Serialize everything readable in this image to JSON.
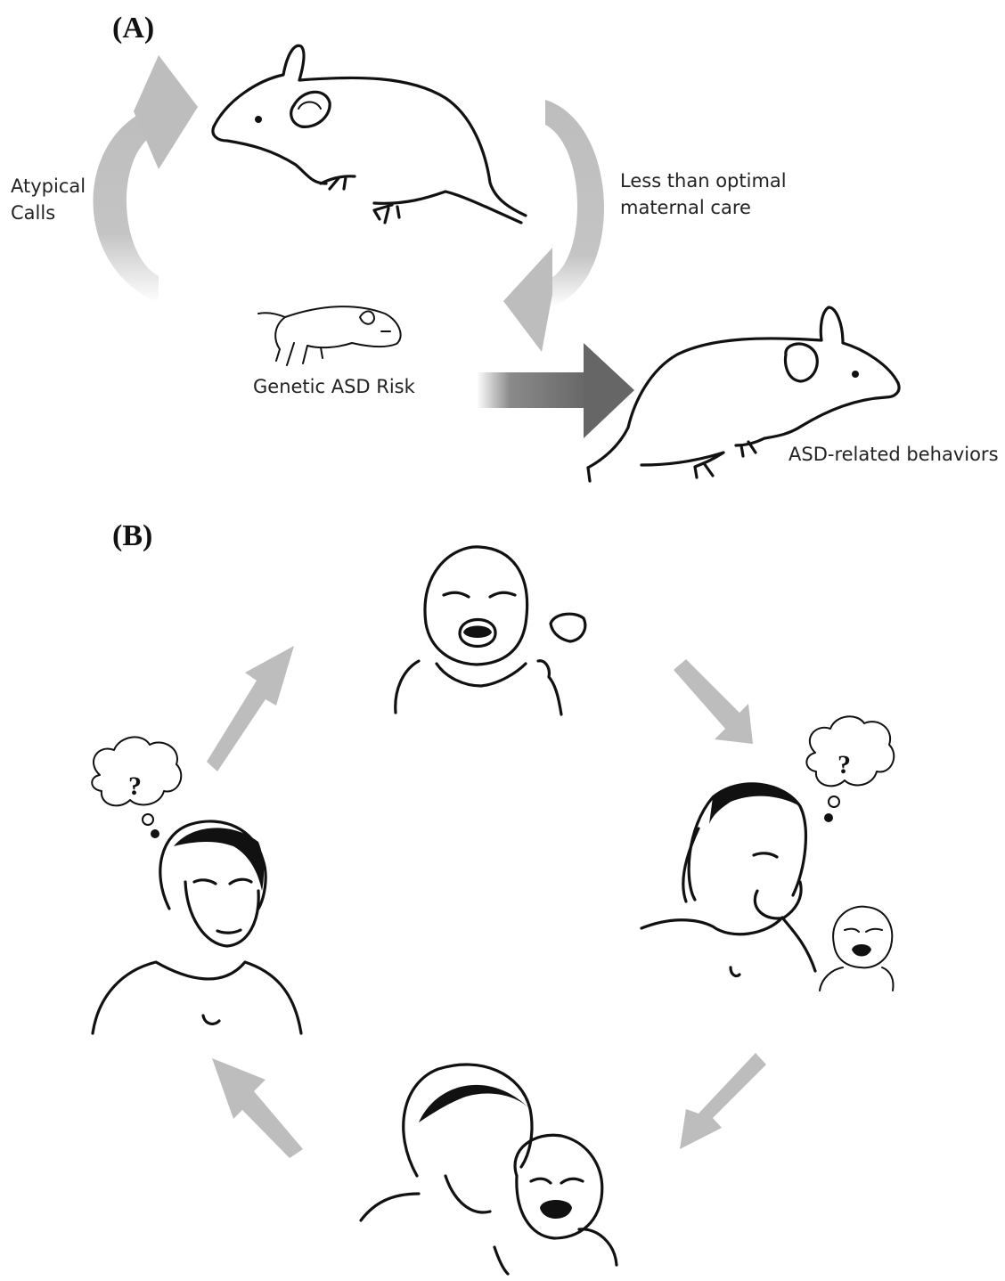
{
  "panel_a": {
    "label": "(A)",
    "atypical_calls": [
      "Atypical",
      "Calls"
    ],
    "maternal_care": [
      "Less than optimal",
      "maternal care"
    ],
    "genetic_risk": "Genetic ASD Risk",
    "asd_behaviors": "ASD-related  behaviors"
  },
  "panel_b": {
    "label": "(B)",
    "thought_left": "?",
    "thought_right": "?"
  },
  "colors": {
    "light_arrow": "#bdbdbd",
    "dark_arrow": "#6b6b6b",
    "ink": "#111111"
  },
  "icons": [
    "adult-mouse",
    "pup-mouse",
    "crying-baby",
    "mother",
    "thought-bubble"
  ]
}
